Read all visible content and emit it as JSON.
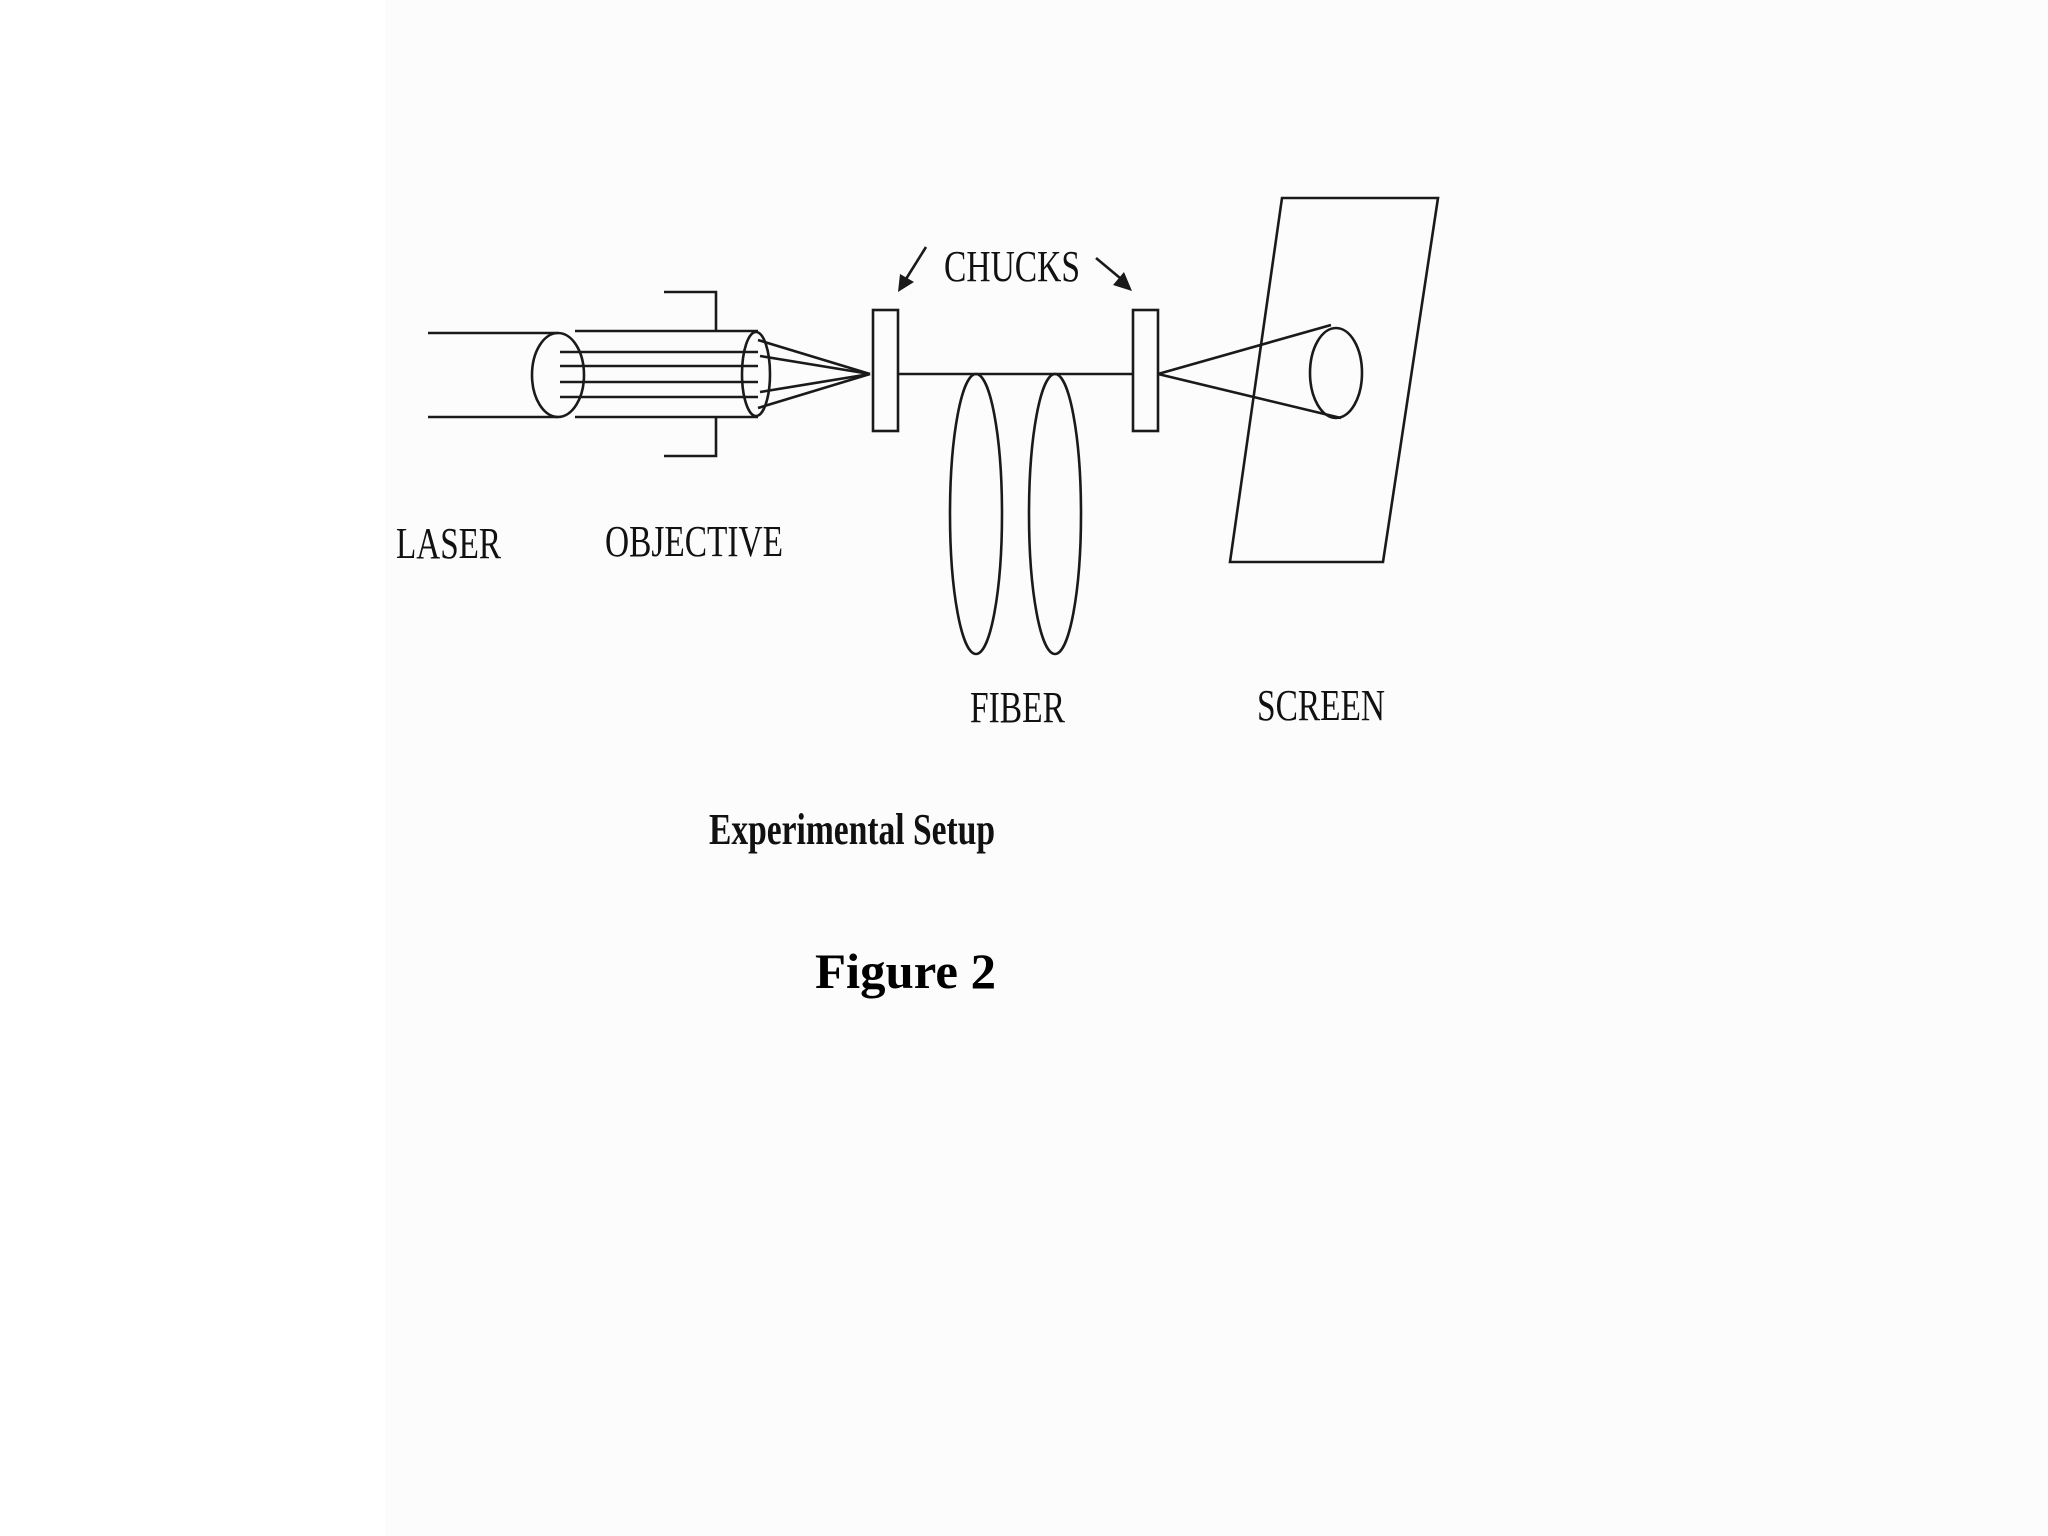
{
  "diagram": {
    "labels": {
      "laser": "LASER",
      "objective": "OBJECTIVE",
      "chucks": "CHUCKS",
      "fiber": "FIBER",
      "screen": "SCREEN"
    },
    "subtitle": "Experimental Setup",
    "figure_caption": "Figure 2"
  },
  "colors": {
    "ink": "#1a1a1a",
    "background": "#ffffff"
  }
}
